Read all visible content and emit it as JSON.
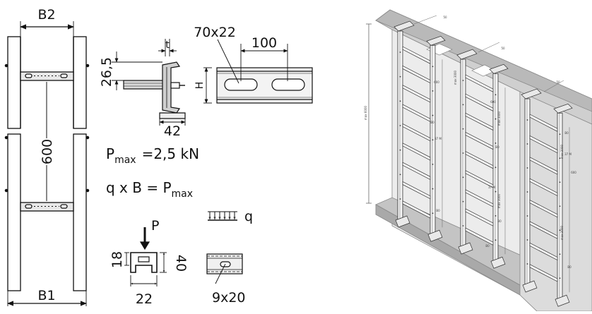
{
  "ladder_front": {
    "width_top_label": "B2",
    "width_bottom_label": "B1",
    "rung_spacing_label": "600"
  },
  "ladder_section": {
    "height_label": "26,5",
    "thickness_label": "t",
    "width_label": "42",
    "h_label": "H"
  },
  "rail_side": {
    "slot_label": "70x22",
    "pitch_label": "100"
  },
  "formula": {
    "pmax_prefix": "P",
    "pmax_sub": "max",
    "pmax_value": "=2,5  kN",
    "qb_text": "q x B = P",
    "qb_sub": "max"
  },
  "rung_section": {
    "load_label": "P",
    "height_label": "18",
    "outer_height_label": "40",
    "width_label": "22"
  },
  "rung_plan": {
    "udl_label": "q",
    "hole_label": "9x20"
  },
  "iso_view": {
    "tags": [
      "50",
      "50",
      "50"
    ],
    "dims": [
      "max 6000",
      "max 3000",
      "max 3000",
      "max 3000",
      "max 3000",
      "max 3000",
      "37 M",
      "37 M",
      "37 M",
      "600",
      "600",
      "600",
      "B0",
      "B0",
      "B0",
      "B0",
      "B0",
      "B0",
      "B0"
    ]
  }
}
